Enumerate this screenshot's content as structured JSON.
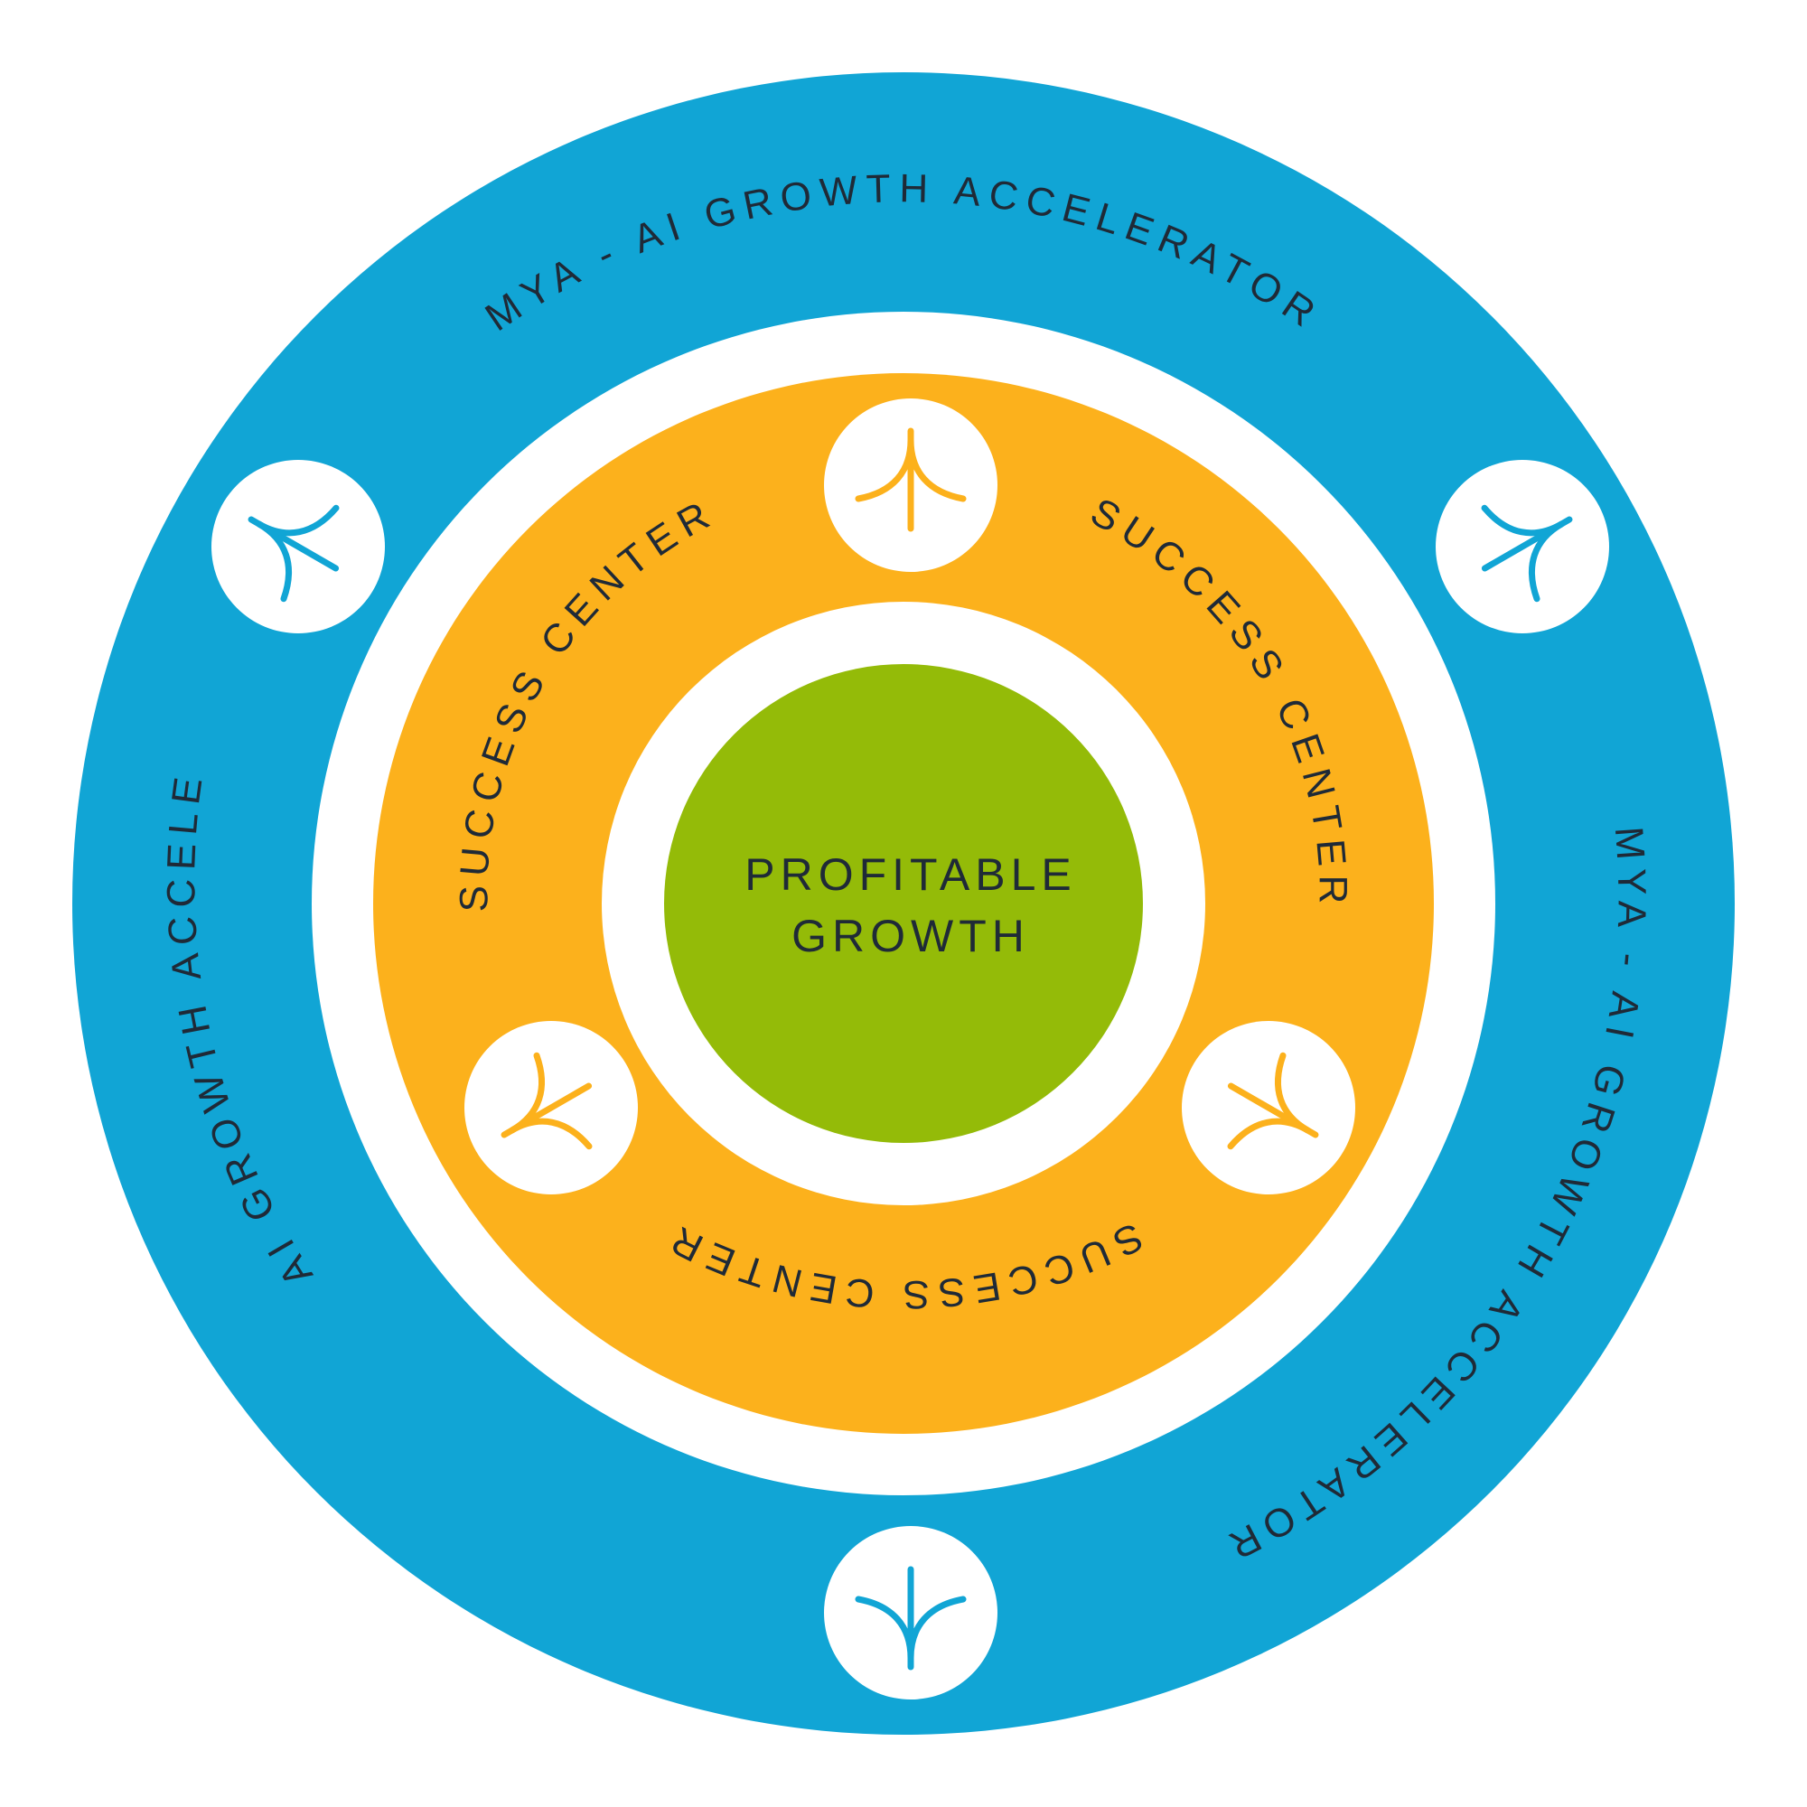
{
  "colors": {
    "outer_ring": "#11a5d5",
    "middle_ring": "#fcb11c",
    "center": "#94bb08",
    "gap": "#ffffff",
    "text": "#1f2a37"
  },
  "outer_ring": {
    "labels": [
      "MYA - AI GROWTH ACCELERATOR",
      "MYA - AI GROWTH ACCELERATOR",
      "MYA - AI GROWTH ACCELERATOR"
    ],
    "icons": [
      "sprout-arrow-icon",
      "sprout-arrow-icon",
      "sprout-arrow-icon"
    ]
  },
  "middle_ring": {
    "labels": [
      "SUCCESS CENTER",
      "SUCCESS CENTER",
      "SUCCESS CENTER"
    ],
    "icons": [
      "sprout-arrow-icon",
      "sprout-arrow-icon",
      "sprout-arrow-icon"
    ]
  },
  "center": {
    "line1": "PROFITABLE",
    "line2": "GROWTH"
  }
}
